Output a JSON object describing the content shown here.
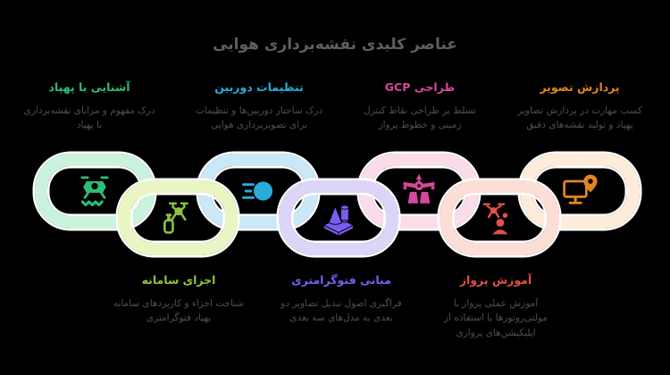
{
  "background": "#000000",
  "title": "عناصر کلیدی نقشه‌برداری هوایی",
  "title_color": "#5f5f5f",
  "description_text_color": "#4f4f4f",
  "chain": {
    "shape": "interlocking-chain-links",
    "link_count": 7,
    "outline_color": "#ffffff"
  },
  "sections": [
    {
      "order": 1,
      "position": "top",
      "heading": "آشنایی با پهپاد",
      "description": "درک مفهوم و مزایای نقشه‌برداری با پهپاد",
      "accent": "#2ebd77",
      "ring": "#c9f3dc",
      "icon": "surveillance-drone-icon"
    },
    {
      "order": 2,
      "position": "bottom",
      "heading": "اجزای سامانه",
      "description": "شناخت اجزاء و کاربردهای سامانه پهپاد فتوگرامتری",
      "accent": "#8cc63f",
      "ring": "#e9f5c3",
      "icon": "spraying-drone-icon"
    },
    {
      "order": 3,
      "position": "top",
      "heading": "تنظیمات دوربین",
      "description": "درک ساختار دوربین‌ها و تنظیمات برای تصویربرداری هوایی",
      "accent": "#29acd8",
      "ring": "#cae8f7",
      "icon": "camera-lens-icon"
    },
    {
      "order": 4,
      "position": "bottom",
      "heading": "مبانی فتوگرامتری",
      "description": "فراگیری اصول تبدیل تصاویر دو بعدی به مدل‌های سه بعدی",
      "accent": "#7a5cf0",
      "ring": "#ddd5f8",
      "icon": "3d-shapes-icon"
    },
    {
      "order": 5,
      "position": "top",
      "heading": "طراحی GCP",
      "description": "تسلط بر طراحی نقاط کنترل زمینی و خطوط پرواز",
      "accent": "#d6479e",
      "ring": "#fbdcea",
      "icon": "mapping-drone-icon"
    },
    {
      "order": 6,
      "position": "bottom",
      "heading": "آموزش پرواز",
      "description": "آموزش عملی پرواز با مولتی‌روتورها با استفاده از اپلیکیشن‌های پروازی",
      "accent": "#e0524a",
      "ring": "#fcded7",
      "icon": "pilot-training-icon"
    },
    {
      "order": 7,
      "position": "top",
      "heading": "پردازش تصویر",
      "description": "کسب مهارت در پردازش تصاویر پهپاد و تولید نقشه‌های دقیق",
      "accent": "#e0861f",
      "ring": "#fdecd9",
      "icon": "monitor-pin-icon"
    }
  ]
}
